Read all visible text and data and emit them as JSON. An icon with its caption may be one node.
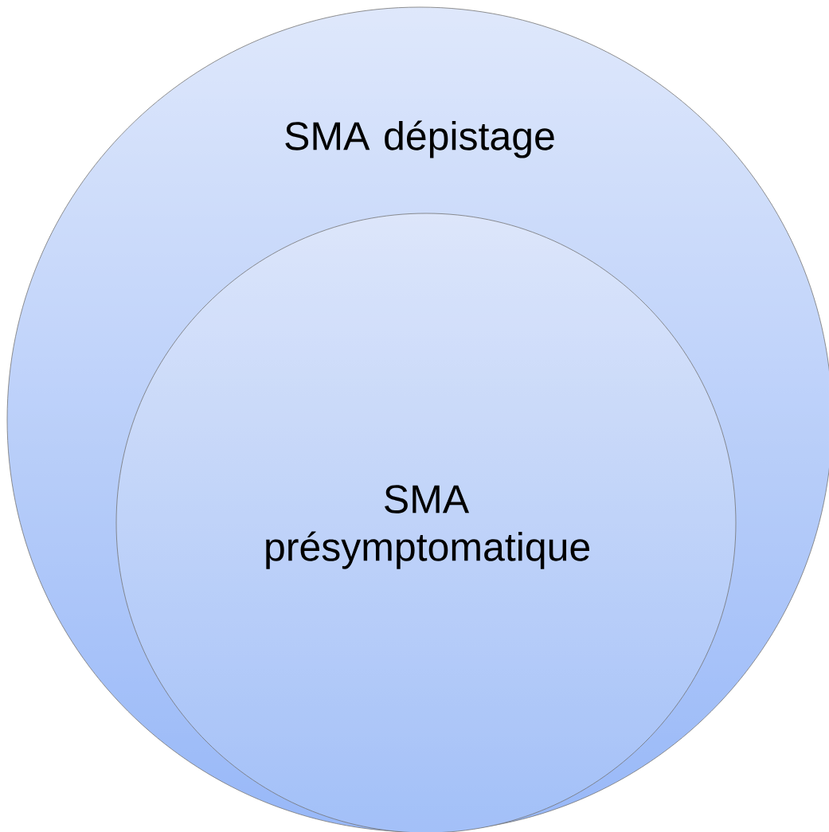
{
  "diagram": {
    "nodes": [
      {
        "text": [
          "SMA dépistage"
        ]
      },
      {
        "text": [
          "SMA présymptomatique"
        ],
        "in": 0
      }
    ]
  }
}
